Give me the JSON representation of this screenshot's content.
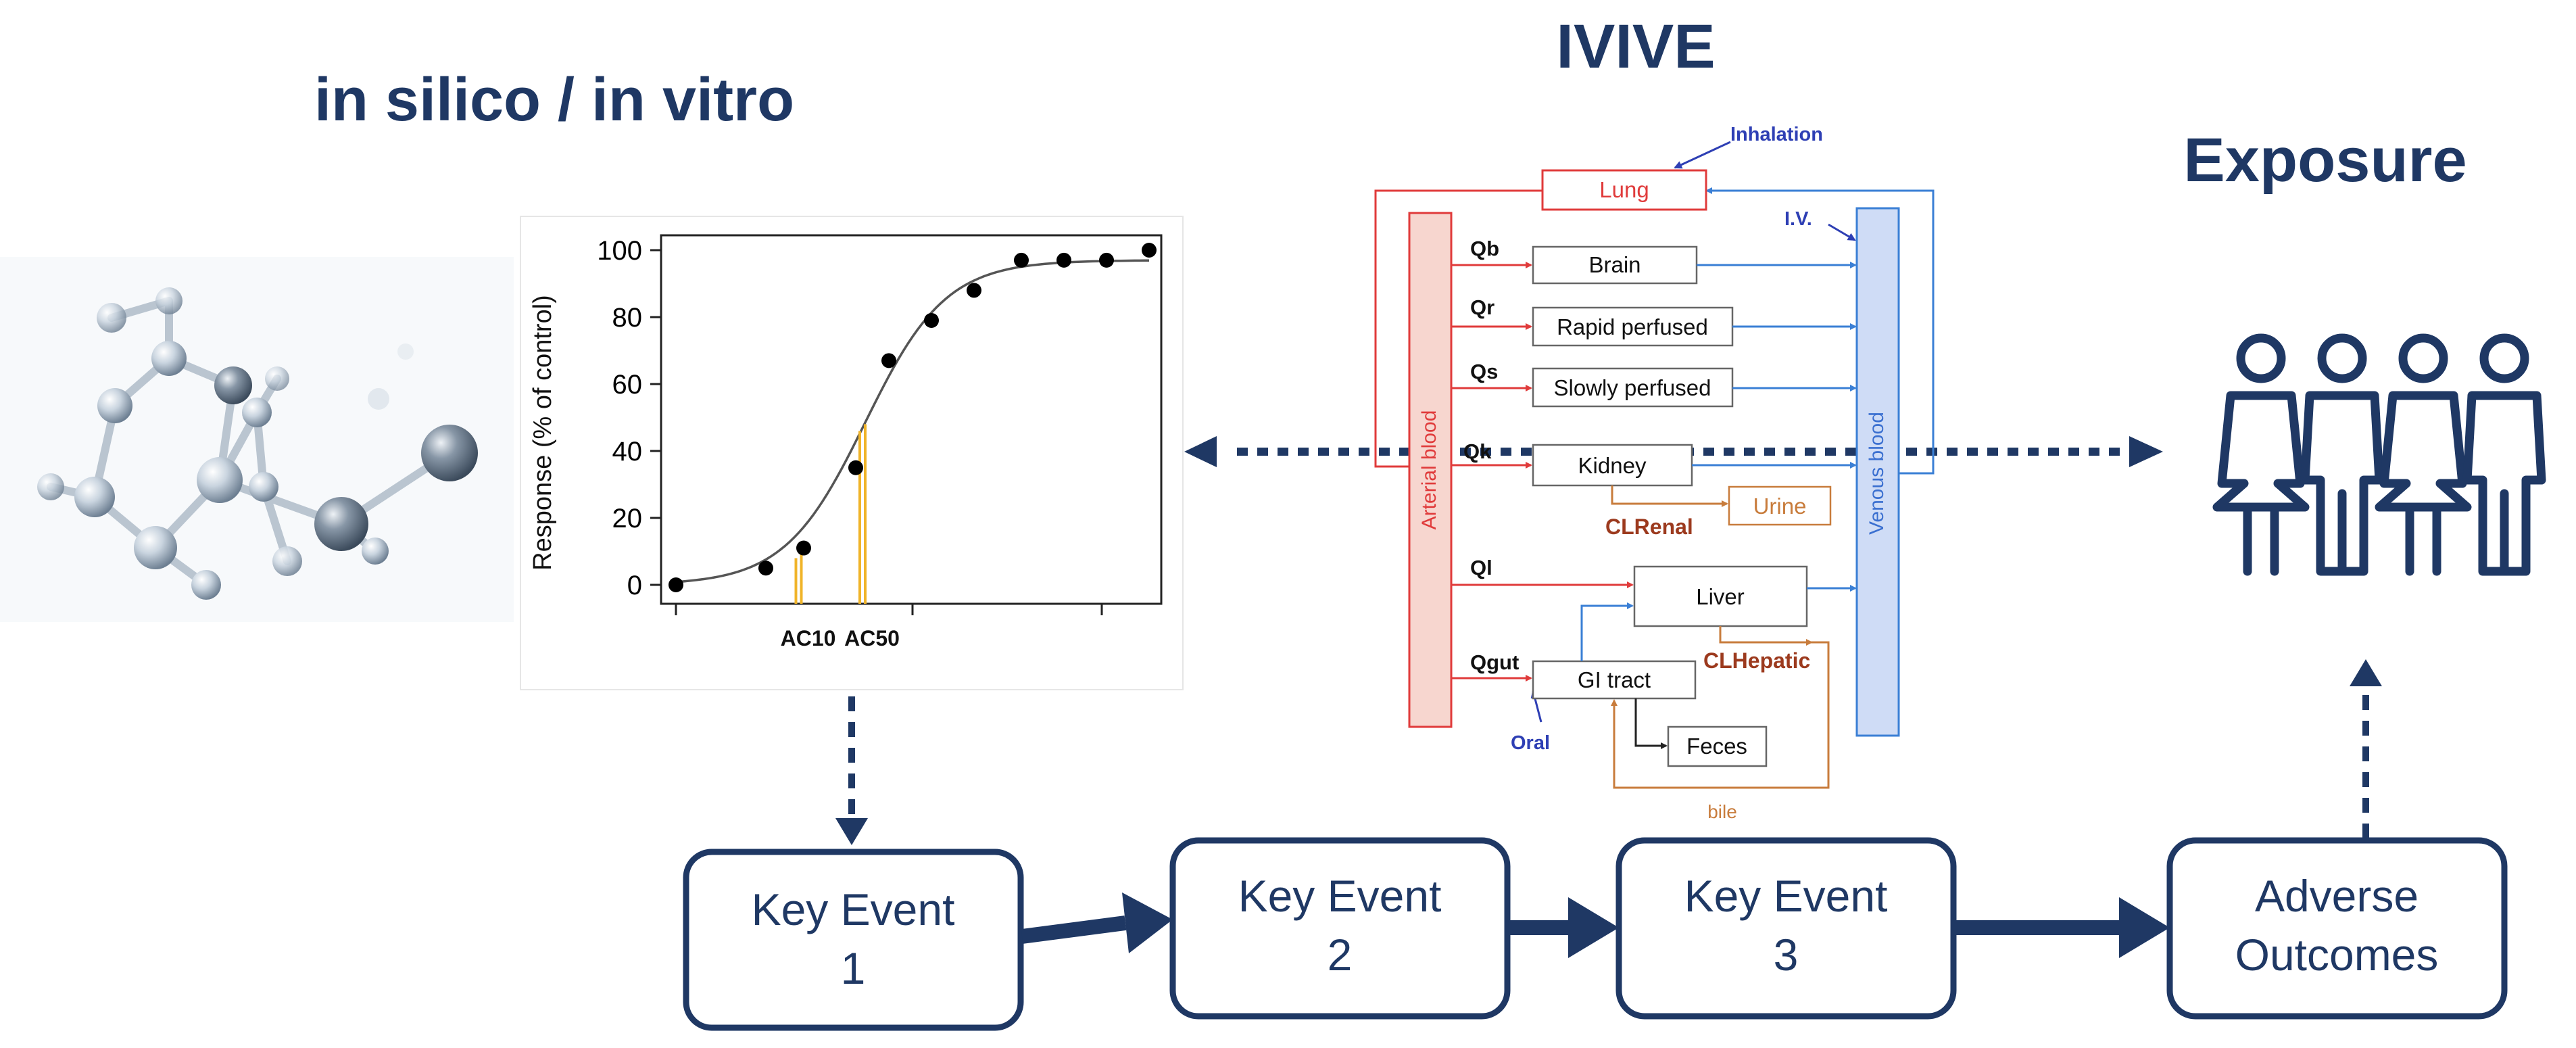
{
  "headings": {
    "left": "in silico / in vitro",
    "center": "IVIVE",
    "right": "Exposure"
  },
  "chart_data": {
    "type": "scatter",
    "ylabel": "Response (% of control)",
    "xlabel": "",
    "ylim": [
      0,
      100
    ],
    "yticks": [
      "0",
      "20",
      "40",
      "60",
      "80",
      "100"
    ],
    "xlim": [
      0,
      1
    ],
    "points": [
      {
        "x": 0.0,
        "y": 0
      },
      {
        "x": 0.19,
        "y": 5
      },
      {
        "x": 0.27,
        "y": 11
      },
      {
        "x": 0.38,
        "y": 35
      },
      {
        "x": 0.45,
        "y": 67
      },
      {
        "x": 0.54,
        "y": 79
      },
      {
        "x": 0.63,
        "y": 88
      },
      {
        "x": 0.73,
        "y": 97
      },
      {
        "x": 0.82,
        "y": 97
      },
      {
        "x": 0.91,
        "y": 97
      },
      {
        "x": 1.0,
        "y": 100
      }
    ],
    "curve": {
      "bottom": 0,
      "top": 97,
      "ec50": 0.4,
      "slope": 0.085
    },
    "markers": [
      {
        "label": "AC10",
        "x": 0.265,
        "y": 10
      },
      {
        "label": "AC50",
        "x": 0.4,
        "y": 48
      }
    ],
    "marker_color": "#f0b429"
  },
  "pbpk": {
    "compartments": {
      "lung": "Lung",
      "brain": "Brain",
      "rapid": "Rapid perfused",
      "slow": "Slowly perfused",
      "kidney": "Kidney",
      "urine": "Urine",
      "liver": "Liver",
      "gi": "GI tract",
      "feces": "Feces"
    },
    "blood": {
      "arterial": "Arterial blood",
      "venous": "Venous blood"
    },
    "flows": {
      "qb": "Qb",
      "qr": "Qr",
      "qs": "Qs",
      "qk": "Qk",
      "ql": "Ql",
      "qgut": "Qgut"
    },
    "clearance": {
      "renal": "CLRenal",
      "hepatic": "CLHepatic",
      "bile": "bile"
    },
    "routes": {
      "inhalation": "Inhalation",
      "iv": "I.V.",
      "oral": "Oral"
    },
    "colors": {
      "arterial": "#e03b3b",
      "venous": "#3a7fd5",
      "clearance": "#c87c3c",
      "route": "#2e3fb4"
    }
  },
  "key_events": [
    {
      "line1": "Key Event",
      "line2": "1"
    },
    {
      "line1": "Key Event",
      "line2": "2"
    },
    {
      "line1": "Key Event",
      "line2": "3"
    },
    {
      "line1": "Adverse",
      "line2": "Outcomes"
    }
  ],
  "icons": {
    "molecule": "molecule-icon",
    "people": "people-icon"
  },
  "colors": {
    "navy": "#1f3864"
  }
}
